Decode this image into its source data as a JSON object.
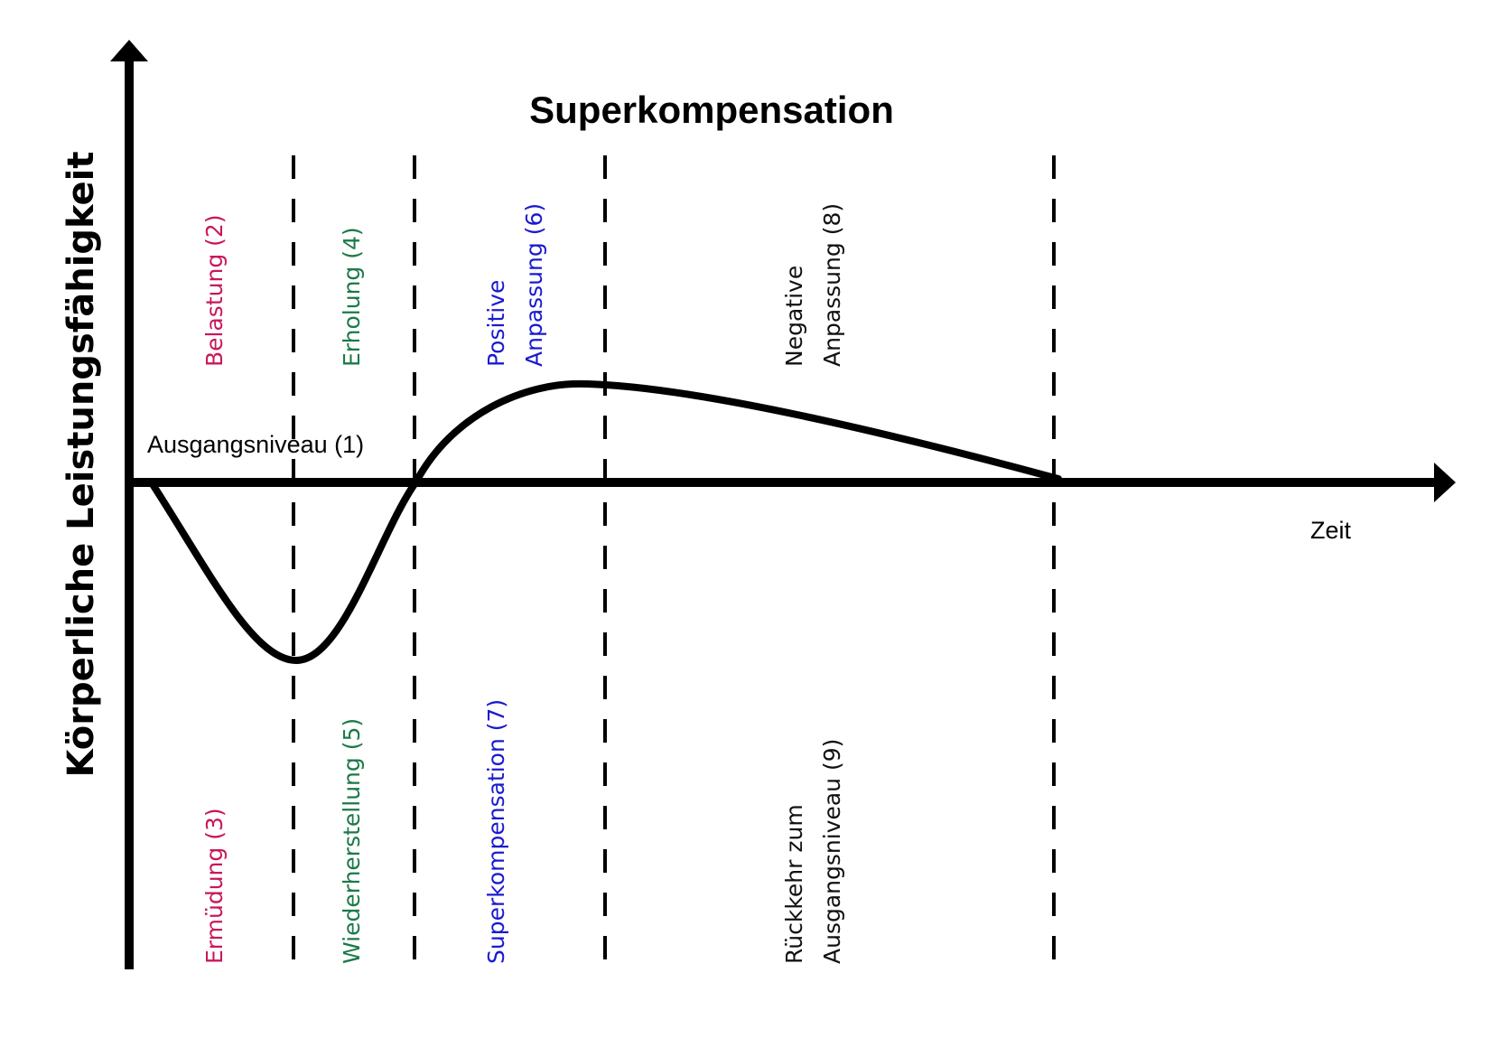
{
  "chart_data": {
    "type": "line",
    "title": "Superkompensation",
    "xlabel": "Zeit",
    "ylabel": "Körperliche Leistungsfähigkeit",
    "baseline_label": "Ausgangsniveau (1)",
    "xlim": [
      0,
      10
    ],
    "ylim": [
      -1,
      1
    ],
    "curve": {
      "x": [
        0.2,
        1.5,
        2.4,
        4.2,
        8.6
      ],
      "y": [
        0,
        -0.6,
        0,
        0.42,
        0
      ]
    },
    "phase_boundaries_x": [
      1.5,
      2.4,
      4.2,
      8.6
    ],
    "annotations_top": [
      {
        "lines": [
          "Belastung (2)"
        ],
        "color": "#c8185c"
      },
      {
        "lines": [
          "Erholung (4)"
        ],
        "color": "#1b7a48"
      },
      {
        "lines": [
          "Positive",
          "Anpassung (6)"
        ],
        "color": "#1a1ad0"
      },
      {
        "lines": [
          "Negative",
          "Anpassung (8)"
        ],
        "color": "#111111"
      }
    ],
    "annotations_bottom": [
      {
        "lines": [
          "Ermüdung (3)"
        ],
        "color": "#c8185c"
      },
      {
        "lines": [
          "Wiederherstellung (5)"
        ],
        "color": "#1b7a48"
      },
      {
        "lines": [
          "Superkompensation (7)"
        ],
        "color": "#1a1ad0"
      },
      {
        "lines": [
          "Rückkehr zum",
          "Ausgangsniveau (9)"
        ],
        "color": "#111111"
      }
    ]
  }
}
